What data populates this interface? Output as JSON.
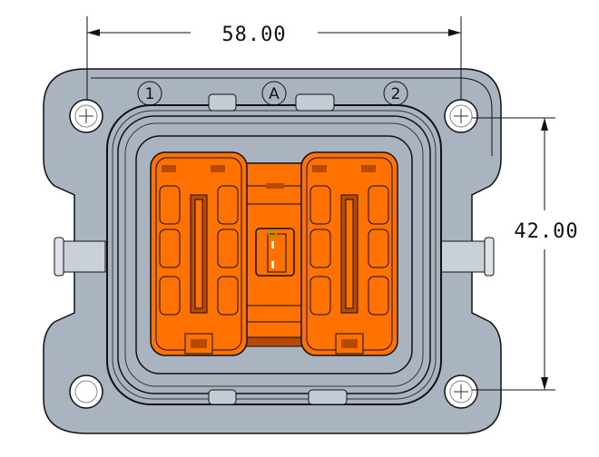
{
  "drawing": {
    "dimensions": {
      "width_label": "58.00",
      "height_label": "42.00"
    },
    "callouts": [
      {
        "label": "1"
      },
      {
        "label": "A"
      },
      {
        "label": "2"
      }
    ],
    "colors": {
      "housing": "#aab4c1",
      "insert": "#ff7100",
      "insert_dark": "#b84a00",
      "line": "#111111"
    }
  }
}
